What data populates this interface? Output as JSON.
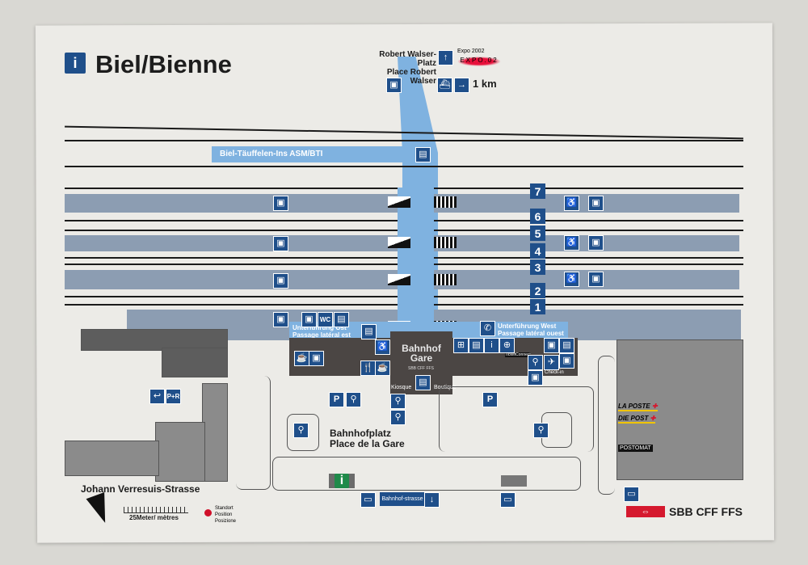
{
  "title": "Biel/Bienne",
  "top_sign": {
    "line1": "Robert Walser-Platz",
    "line2": "Place Robert Walser",
    "distance": "1 km",
    "expo_small": "Expo 2002",
    "expo_logo": "EXPO.02"
  },
  "asm_bti": "Biel-Täuffelen-Ins ASM/BTI",
  "tracks": [
    "7",
    "6",
    "5",
    "4",
    "3",
    "2",
    "1"
  ],
  "underpass_east": {
    "line1": "Unterführung Ost",
    "line2": "Passage latéral est"
  },
  "underpass_west": {
    "line1": "Unterführung West",
    "line2": "Passage latéral ouest"
  },
  "station": {
    "line1": "Bahnhof",
    "line2": "Gare",
    "sbb": "SBB CFF FFS",
    "kiosk": "Kiosque",
    "boutique": "Boutique",
    "ticketconnect": "TicketConnect",
    "checkin": "Check-in",
    "wc": "WC"
  },
  "square": {
    "line1": "Bahnhofplatz",
    "line2": "Place de la Gare"
  },
  "street_west": "Johann Verresuis-Strasse",
  "street_south": "Bahnhof-strasse",
  "parking": "P",
  "park_ride": "P+R",
  "post": {
    "la_poste": "LA POSTE",
    "die_post": "DIE POST",
    "postomat": "POSTOMAT"
  },
  "scale": "25Meter/ mètres",
  "legend": {
    "line1": "Standort",
    "line2": "Position",
    "line3": "Posizione"
  },
  "brand": "SBB CFF FFS",
  "colors": {
    "signage_blue": "#1f4f8a",
    "underpass_blue": "#7fb2e0",
    "platform": "#8c9db2",
    "position_marker": "#d0102a",
    "sbb_red": "#d5192e"
  }
}
